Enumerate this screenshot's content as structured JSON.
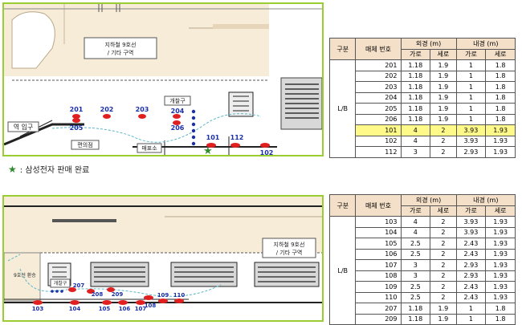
{
  "top_map": {
    "zone_line1": "지하철 9호선",
    "zone_line2": "/ 기타 구역",
    "exit_label": "역 입구",
    "store_label": "편의점",
    "ticket_label": "매표소",
    "gate_label": "개찰구",
    "media": [
      {
        "id": "201"
      },
      {
        "id": "202"
      },
      {
        "id": "203"
      },
      {
        "id": "204"
      },
      {
        "id": "205"
      },
      {
        "id": "206"
      },
      {
        "id": "101"
      },
      {
        "id": "112"
      },
      {
        "id": "102"
      }
    ]
  },
  "legend": {
    "text": ": 삼성전자 판매 완료"
  },
  "bottom_map": {
    "zone_line1": "지하철 9호선",
    "zone_line2": "/ 기타 구역",
    "transfer_label": "9호선 환승",
    "gate_label": "개찰구",
    "media": [
      {
        "id": "207"
      },
      {
        "id": "208"
      },
      {
        "id": "209"
      },
      {
        "id": "103"
      },
      {
        "id": "104"
      },
      {
        "id": "105"
      },
      {
        "id": "106"
      },
      {
        "id": "107"
      },
      {
        "id": "108"
      },
      {
        "id": "109"
      },
      {
        "id": "110"
      }
    ]
  },
  "table_headers": {
    "category": "구분",
    "media_no": "매체 번호",
    "outer": "외경 (m)",
    "inner": "내경 (m)",
    "width": "가로",
    "height": "세로",
    "group": "L/B"
  },
  "table_top": {
    "rows": [
      [
        "201",
        "1.18",
        "1.9",
        "1",
        "1.8"
      ],
      [
        "202",
        "1.18",
        "1.9",
        "1",
        "1.8"
      ],
      [
        "203",
        "1.18",
        "1.9",
        "1",
        "1.8"
      ],
      [
        "204",
        "1.18",
        "1.9",
        "1",
        "1.8"
      ],
      [
        "205",
        "1.18",
        "1.9",
        "1",
        "1.8"
      ],
      [
        "206",
        "1.18",
        "1.9",
        "1",
        "1.8"
      ],
      [
        "101",
        "4",
        "2",
        "3.93",
        "1.93"
      ],
      [
        "102",
        "4",
        "2",
        "3.93",
        "1.93"
      ],
      [
        "112",
        "3",
        "2",
        "2.93",
        "1.93"
      ]
    ],
    "highlight_row": "101",
    "highlight_color": "#fff98a"
  },
  "table_bottom": {
    "rows": [
      [
        "103",
        "4",
        "2",
        "3.93",
        "1.93"
      ],
      [
        "104",
        "4",
        "2",
        "3.93",
        "1.93"
      ],
      [
        "105",
        "2.5",
        "2",
        "2.43",
        "1.93"
      ],
      [
        "106",
        "2.5",
        "2",
        "2.43",
        "1.93"
      ],
      [
        "107",
        "3",
        "2",
        "2.93",
        "1.93"
      ],
      [
        "108",
        "3",
        "2",
        "2.93",
        "1.93"
      ],
      [
        "109",
        "2.5",
        "2",
        "2.43",
        "1.93"
      ],
      [
        "110",
        "2.5",
        "2",
        "2.43",
        "1.93"
      ],
      [
        "207",
        "1.18",
        "1.9",
        "1",
        "1.8"
      ],
      [
        "209",
        "1.18",
        "1.9",
        "1",
        "1.8"
      ]
    ]
  },
  "colors": {
    "frame": "#9acd32",
    "media_label": "#1a2fa8",
    "media_marker": "#e02020",
    "star": "#2e8b2e",
    "header_bg": "#f4dfc8"
  }
}
